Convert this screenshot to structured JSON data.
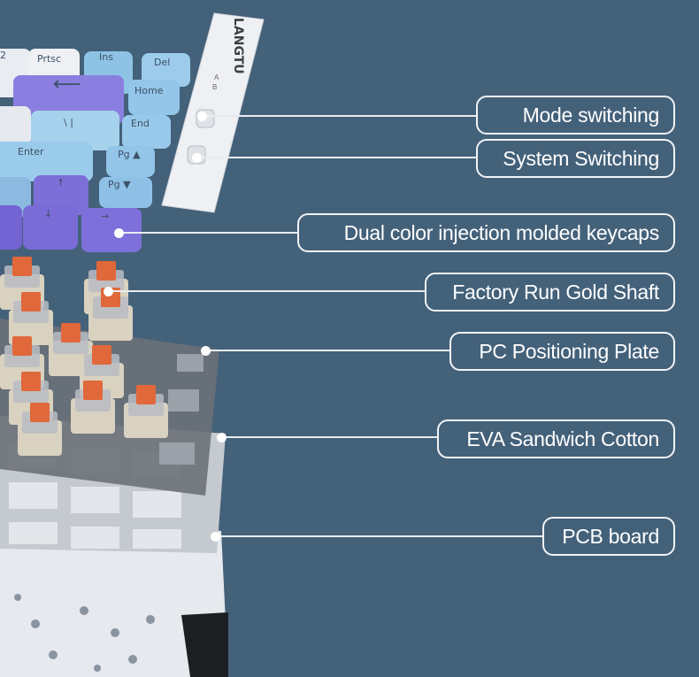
{
  "brand_logo": "LANGTU",
  "switch_modes": [
    "A",
    "B"
  ],
  "keycaps": {
    "k2": "2",
    "prtsc": "Prtsc",
    "ins": "Ins",
    "del": "Del",
    "home": "Home",
    "end": "End",
    "backslash": "\\ |",
    "enter": "Enter",
    "pgup": "Pg ▲",
    "pgdn": "Pg ▼",
    "up": "↑",
    "down": "↓",
    "right": "→",
    "backspace": "⟵"
  },
  "callouts": [
    {
      "label": "Mode switching"
    },
    {
      "label": "System Switching"
    },
    {
      "label": "Dual color injection molded keycaps"
    },
    {
      "label": "Factory Run Gold Shaft"
    },
    {
      "label": "PC Positioning Plate"
    },
    {
      "label": "EVA Sandwich Cotton"
    },
    {
      "label": "PCB board"
    }
  ]
}
